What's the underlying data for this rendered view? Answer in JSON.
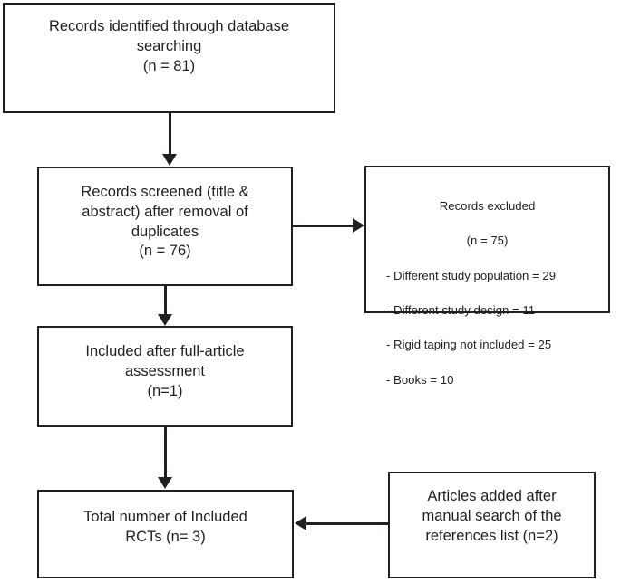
{
  "diagram": {
    "type": "prisma-flow-diagram",
    "title": "PRISMA study selection flow diagram",
    "stroke_color": "#231f20",
    "background_color": "#ffffff",
    "nodes": [
      {
        "id": "identified",
        "name": "records-identified",
        "text": "Records identified through database\nsearching\n(n = 81)",
        "count": 81
      },
      {
        "id": "screened",
        "name": "records-screened",
        "text": "Records screened (title &\nabstract) after removal of\nduplicates\n(n = 76)",
        "count": 76
      },
      {
        "id": "excluded",
        "name": "records-excluded",
        "heading": "Records excluded",
        "count_label": "(n = 75)",
        "count": 75,
        "reasons": [
          "- Different study population = 29",
          "- Different study design = 11",
          "- Rigid taping not included = 25",
          "- Books = 10"
        ]
      },
      {
        "id": "included",
        "name": "included-after-full-article-assessment",
        "text": "Included after full-article\nassessment\n(n=1)",
        "count": 1
      },
      {
        "id": "total",
        "name": "total-included-rcts",
        "text": "Total number of Included\nRCTs (n= 3)",
        "count": 3
      },
      {
        "id": "manual",
        "name": "articles-added-manual-search",
        "text": "Articles added after\nmanual search of the\nreferences list (n=2)",
        "count": 2
      }
    ],
    "connectors": [
      {
        "id": "conn1",
        "name": "arrow-identified-to-screened",
        "from": "identified",
        "to": "screened",
        "direction": "down"
      },
      {
        "id": "conn2",
        "name": "arrow-screened-to-included",
        "from": "screened",
        "to": "included",
        "direction": "down"
      },
      {
        "id": "conn3",
        "name": "arrow-included-to-total",
        "from": "included",
        "to": "total",
        "direction": "down"
      },
      {
        "id": "conn4",
        "name": "arrow-screened-to-excluded",
        "from": "screened",
        "to": "excluded",
        "direction": "right"
      },
      {
        "id": "conn5",
        "name": "arrow-manual-to-total",
        "from": "manual",
        "to": "total",
        "direction": "left"
      }
    ]
  }
}
